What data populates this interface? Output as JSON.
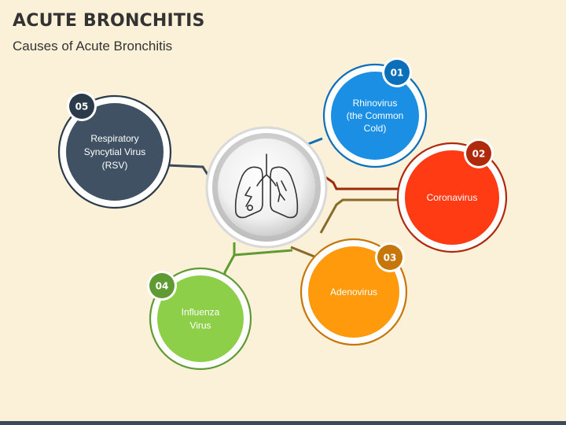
{
  "title": "ACUTE BRONCHITIS",
  "subtitle": "Causes of Acute Bronchitis",
  "center": {
    "icon": "lungs-icon"
  },
  "nodes": [
    {
      "badge": "01",
      "lines": [
        "Rhinovirus",
        "(the Common",
        "Cold)"
      ],
      "color": "#1a8fe3",
      "badge_color": "#0c6fba"
    },
    {
      "badge": "02",
      "lines": [
        "Coronavirus"
      ],
      "color": "#ff3b14",
      "badge_color": "#b1290d"
    },
    {
      "badge": "03",
      "lines": [
        "Adenovirus"
      ],
      "color": "#ff9a0c",
      "badge_color": "#c7760a"
    },
    {
      "badge": "04",
      "lines": [
        "Influenza",
        "Virus"
      ],
      "color": "#8ecf4a",
      "badge_color": "#5f9a32"
    },
    {
      "badge": "05",
      "lines": [
        "Respiratory",
        "Syncytial Virus",
        "(RSV)"
      ],
      "color": "#3f5162",
      "badge_color": "#2c3b49"
    }
  ]
}
